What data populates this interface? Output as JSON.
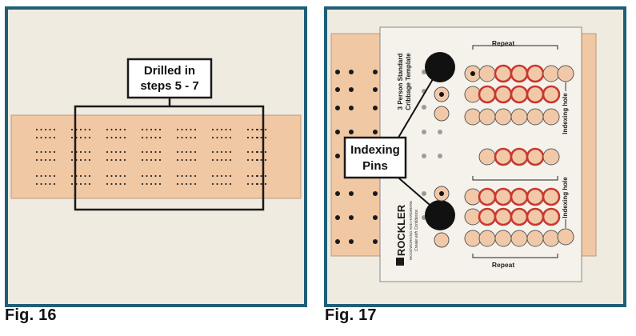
{
  "fig16": {
    "caption": "Fig. 16",
    "callout_line1": "Drilled in",
    "callout_line2": "steps 5 - 7"
  },
  "fig17": {
    "caption": "Fig. 17",
    "template_title_line1": "3 Person Standard",
    "template_title_line2": "Cribbage Template",
    "repeat_top": "Repeat",
    "repeat_bottom": "Repeat",
    "indexing_hole_top": "Indexing hole",
    "indexing_hole_bottom": "Indexing hole",
    "brand": "ROCKLER",
    "brand_tagline": "WOODWORKING AND HARDWARE",
    "brand_sub": "Create with Confidence",
    "callout_line1": "Indexing",
    "callout_line2": "Pins"
  },
  "colors": {
    "frame": "#1f5f78",
    "panel_bg": "#f0ebe1",
    "wood": "#f1c8a4",
    "template": "#f5f2ec",
    "ring_red": "#c8382e",
    "hole_fill": "#f2c9a8",
    "pin": "#111111"
  }
}
